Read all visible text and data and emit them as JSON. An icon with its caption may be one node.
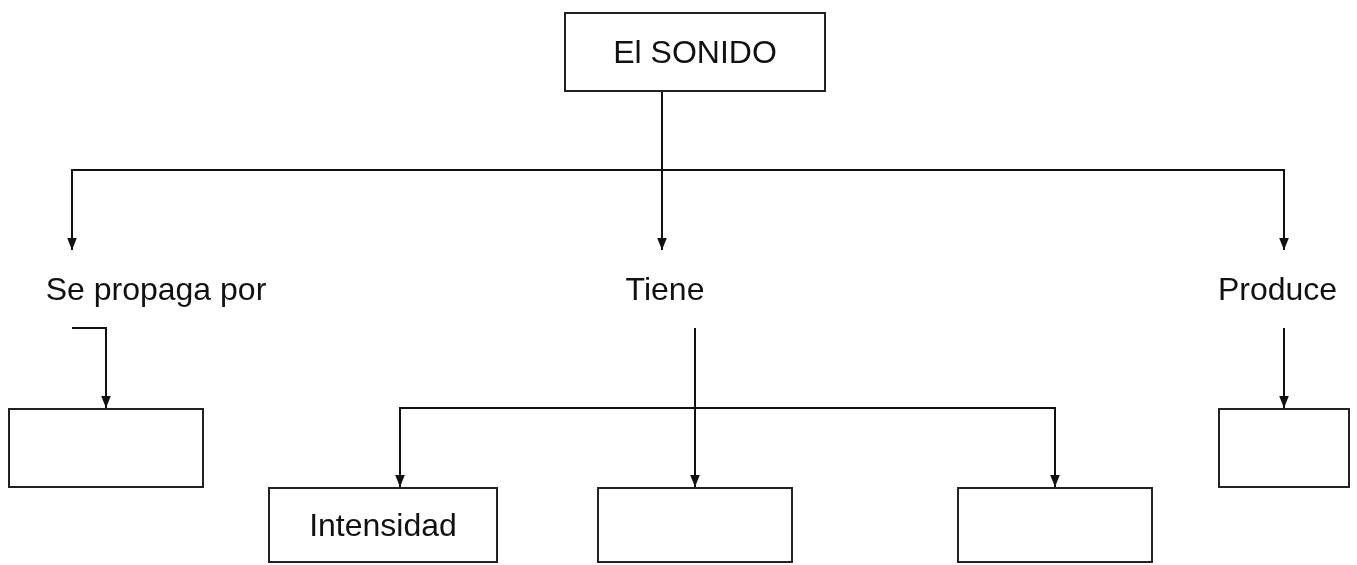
{
  "diagram": {
    "nodes": [
      {
        "text": [
          "El SONIDO"
        ]
      },
      {
        "text": [
          "Se propaga por"
        ]
      },
      {
        "text": [
          "Tiene"
        ]
      },
      {
        "text": [
          "Produce"
        ]
      },
      {
        "text": [],
        "shape": "box"
      },
      {
        "text": [
          "Intensidad"
        ]
      },
      {
        "text": [],
        "shape": "box"
      },
      {
        "text": [],
        "shape": "box"
      },
      {
        "text": [],
        "shape": "box"
      }
    ],
    "edges": [
      {
        "from": 0,
        "to": 1,
        "arrow": "to"
      },
      {
        "from": 0,
        "to": 2,
        "arrow": "to"
      },
      {
        "from": 0,
        "to": 3,
        "arrow": "to"
      },
      {
        "from": 1,
        "to": 4,
        "arrow": "to"
      },
      {
        "from": 2,
        "to": 5,
        "arrow": "to"
      },
      {
        "from": 2,
        "to": 6,
        "arrow": "to"
      },
      {
        "from": 2,
        "to": 7,
        "arrow": "to"
      },
      {
        "from": 3,
        "to": 8,
        "arrow": "to"
      }
    ]
  }
}
